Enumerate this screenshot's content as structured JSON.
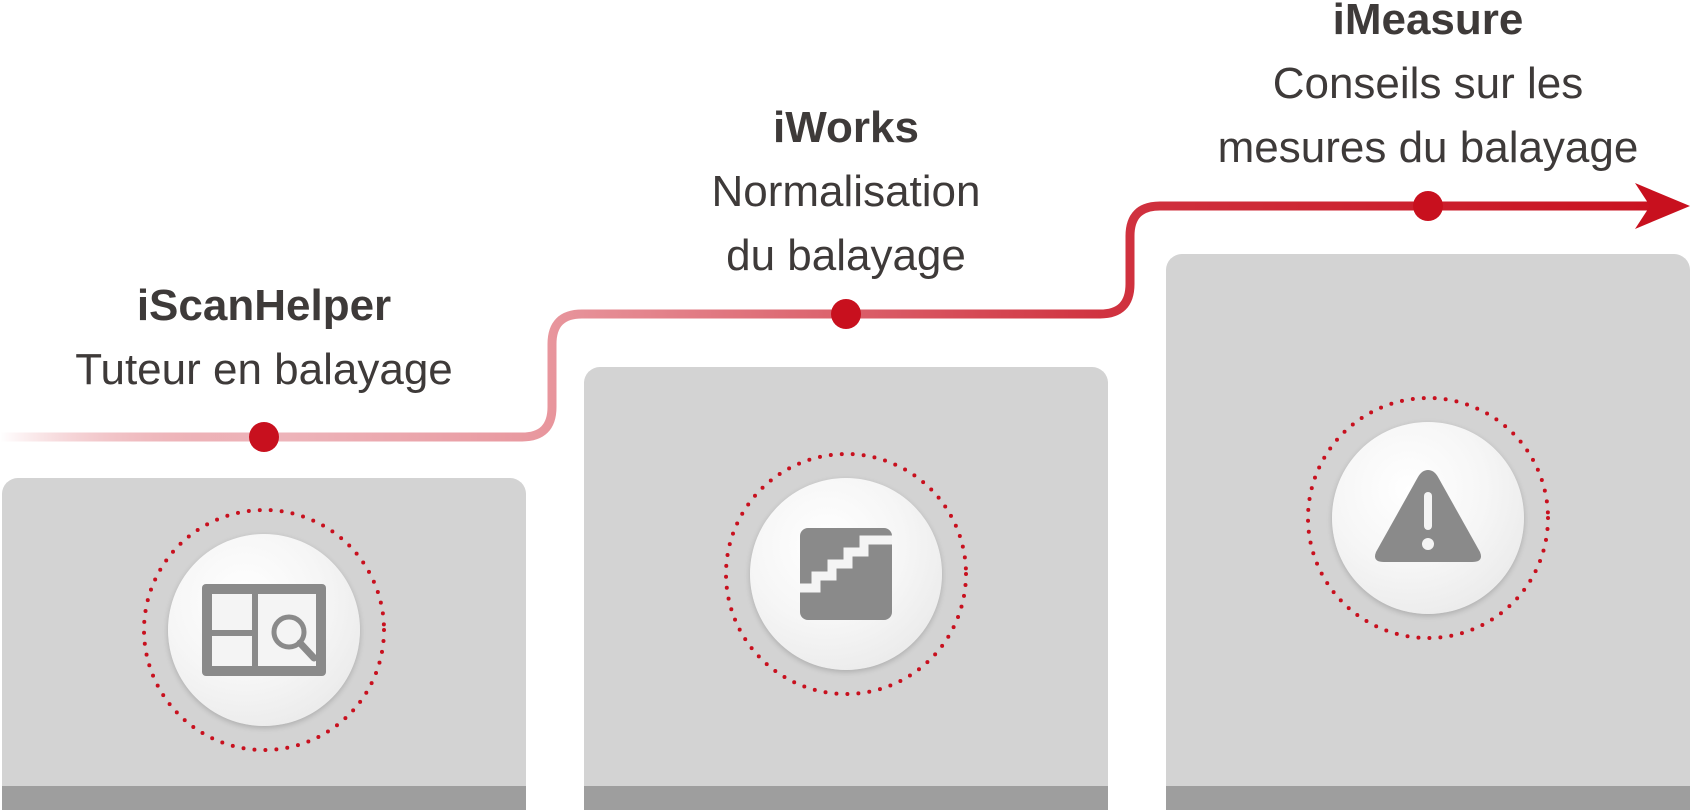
{
  "steps": [
    {
      "name": "iScanHelper",
      "description": "Tuteur en balayage",
      "icon": "scan-magnifier-icon"
    },
    {
      "name": "iWorks",
      "description": "Normalisation\ndu balayage",
      "icon": "staircase-icon"
    },
    {
      "name": "iMeasure",
      "description": "Conseils sur les\nmesures du balayage",
      "icon": "warning-triangle-icon"
    }
  ],
  "colors": {
    "accent": "#c8101e",
    "accent_light": "#f2c4c8",
    "block": "#d3d3d3",
    "block_base": "#9e9e9e",
    "icon_fill": "#8a8a8a",
    "text": "#3e3a39"
  }
}
